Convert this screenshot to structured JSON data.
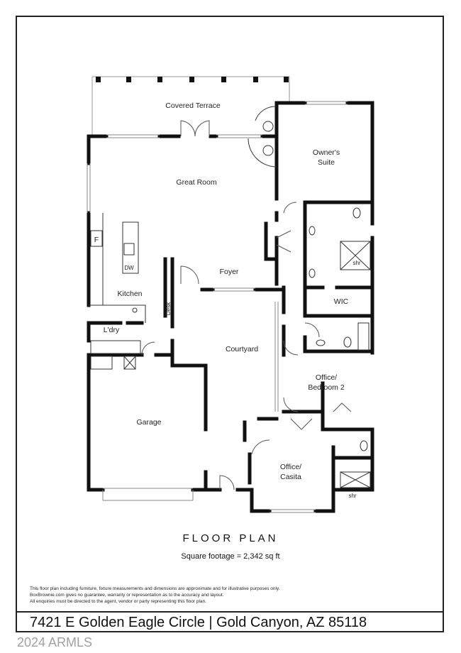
{
  "rooms": {
    "covered_terrace": "Covered Terrace",
    "great_room": "Great Room",
    "owners_suite_1": "Owner's",
    "owners_suite_2": "Suite",
    "foyer": "Foyer",
    "kitchen": "Kitchen",
    "fridge": "F",
    "dishwasher": "DW",
    "desk": "Desk",
    "laundry": "L'dry",
    "courtyard": "Courtyard",
    "wic": "WIC",
    "shower_1": "shr",
    "office_bedroom_1": "Office/",
    "office_bedroom_2": "Bedroom 2",
    "garage": "Garage",
    "office_casita_1": "Office/",
    "office_casita_2": "Casita",
    "shower_2": "shr"
  },
  "title": "FLOOR PLAN",
  "square_footage": "Square footage = 2,342 sq ft",
  "disclaimer": [
    "This floor plan including furniture, fixture measurements and dimensions are approximate and for illustrative purposes only.",
    "BoxBrownie.com gives no guarantee, warranty or representation as to the accuracy and layout.",
    "All enquiries must be directed to the agent, vendor or party representing this floor plan."
  ],
  "address": "7421 E Golden Eagle Circle | Gold Canyon, AZ 85118",
  "watermark": "2024 ARMLS"
}
